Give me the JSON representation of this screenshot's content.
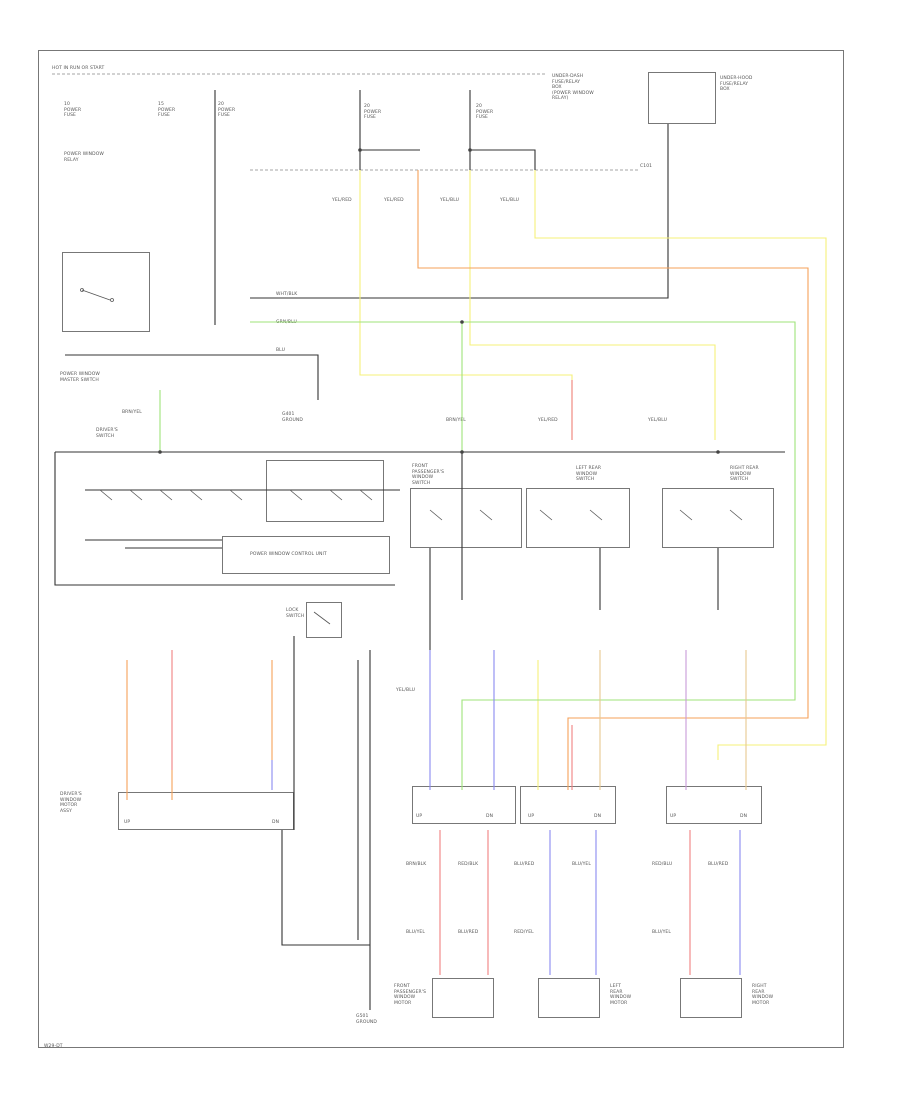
{
  "diagram": {
    "title": "HOT IN RUN OR START",
    "footer_code": "W29-DT",
    "wire_colors": {
      "yellow": "#f5f07a",
      "orange": "#f5a15a",
      "green": "#9fe37a",
      "red": "#f08080",
      "blue": "#8a8af0",
      "violet": "#c89ad8",
      "tan": "#e8c890",
      "black": "#333333"
    },
    "fuse_labels": [
      "10\nPOWER\nFUSE",
      "15\nPOWER\nFUSE",
      "20\nPOWER\nFUSE",
      "20\nPOWER\nFUSE",
      "20\nPOWER\nFUSE"
    ],
    "fuse_box_label": "UNDER-DASH\nFUSE/RELAY\nBOX\n(POWER WINDOW\nRELAY)",
    "relay_label": "POWER WINDOW\nRELAY",
    "top_right_label": "UNDER-HOOD\nFUSE/RELAY\nBOX",
    "connector_top_right": "C101",
    "junction_label": "G401\nGROUND",
    "wire_labels": [
      "YEL/RED",
      "YEL/RED",
      "YEL/BLU",
      "YEL/BLU",
      "WHT/BLK",
      "GRN/BLU",
      "BLU",
      "YEL/BLU",
      "BRN/YEL",
      "BRN/YEL",
      "YEL/RED",
      "YEL/BLU"
    ],
    "control_unit_label": "POWER WINDOW CONTROL UNIT",
    "left_switch_label": "DRIVER'S\nSWITCH",
    "master_switch_label": "POWER WINDOW\nMASTER SWITCH",
    "sub_switch_labels": [
      "FRONT\nPASSENGER'S\nWINDOW\nSWITCH",
      "LEFT REAR\nWINDOW\nSWITCH",
      "RIGHT REAR\nWINDOW\nSWITCH"
    ],
    "up_dn_labels": [
      "UP",
      "DN",
      "UP",
      "DN",
      "UP",
      "DN",
      "UP",
      "DN"
    ],
    "lock_switch_label": "LOCK\nSWITCH",
    "motor_labels": [
      "FRONT\nPASSENGER'S\nWINDOW\nMOTOR",
      "LEFT\nREAR\nWINDOW\nMOTOR",
      "RIGHT\nREAR\nWINDOW\nMOTOR"
    ],
    "driver_motor_label": "DRIVER'S\nWINDOW\nMOTOR\nASSY",
    "lower_wire_labels": [
      "BRN/BLK",
      "RED/BLK",
      "BLU/RED",
      "BLU/YEL",
      "RED/BLU",
      "BLU/RED",
      "BLU/YEL",
      "BLU/RED",
      "RED/YEL",
      "BLU/YEL"
    ],
    "ground_label": "G501\nGROUND"
  }
}
